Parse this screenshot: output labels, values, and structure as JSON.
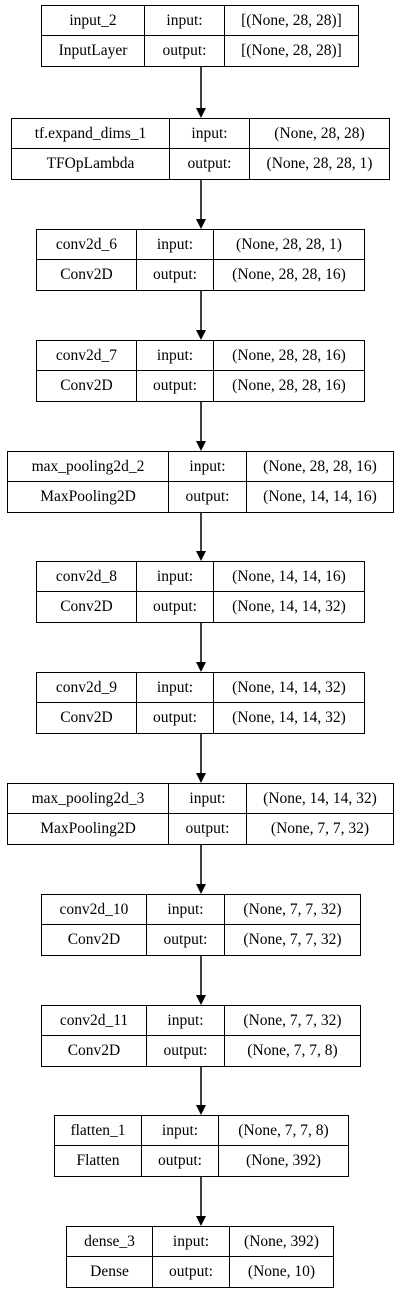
{
  "layers": [
    {
      "name": "input_2",
      "type": "InputLayer",
      "in_label": "input:",
      "out_label": "output:",
      "input_shape": "[(None, 28, 28)]",
      "output_shape": "[(None, 28, 28)]"
    },
    {
      "name": "tf.expand_dims_1",
      "type": "TFOpLambda",
      "in_label": "input:",
      "out_label": "output:",
      "input_shape": "(None, 28, 28)",
      "output_shape": "(None, 28, 28, 1)"
    },
    {
      "name": "conv2d_6",
      "type": "Conv2D",
      "in_label": "input:",
      "out_label": "output:",
      "input_shape": "(None, 28, 28, 1)",
      "output_shape": "(None, 28, 28, 16)"
    },
    {
      "name": "conv2d_7",
      "type": "Conv2D",
      "in_label": "input:",
      "out_label": "output:",
      "input_shape": "(None, 28, 28, 16)",
      "output_shape": "(None, 28, 28, 16)"
    },
    {
      "name": "max_pooling2d_2",
      "type": "MaxPooling2D",
      "in_label": "input:",
      "out_label": "output:",
      "input_shape": "(None, 28, 28, 16)",
      "output_shape": "(None, 14, 14, 16)"
    },
    {
      "name": "conv2d_8",
      "type": "Conv2D",
      "in_label": "input:",
      "out_label": "output:",
      "input_shape": "(None, 14, 14, 16)",
      "output_shape": "(None, 14, 14, 32)"
    },
    {
      "name": "conv2d_9",
      "type": "Conv2D",
      "in_label": "input:",
      "out_label": "output:",
      "input_shape": "(None, 14, 14, 32)",
      "output_shape": "(None, 14, 14, 32)"
    },
    {
      "name": "max_pooling2d_3",
      "type": "MaxPooling2D",
      "in_label": "input:",
      "out_label": "output:",
      "input_shape": "(None, 14, 14, 32)",
      "output_shape": "(None, 7, 7, 32)"
    },
    {
      "name": "conv2d_10",
      "type": "Conv2D",
      "in_label": "input:",
      "out_label": "output:",
      "input_shape": "(None, 7, 7, 32)",
      "output_shape": "(None, 7, 7, 32)"
    },
    {
      "name": "conv2d_11",
      "type": "Conv2D",
      "in_label": "input:",
      "out_label": "output:",
      "input_shape": "(None, 7, 7, 32)",
      "output_shape": "(None, 7, 7, 8)"
    },
    {
      "name": "flatten_1",
      "type": "Flatten",
      "in_label": "input:",
      "out_label": "output:",
      "input_shape": "(None, 7, 7, 8)",
      "output_shape": "(None, 392)"
    },
    {
      "name": "dense_3",
      "type": "Dense",
      "in_label": "input:",
      "out_label": "output:",
      "input_shape": "(None, 392)",
      "output_shape": "(None, 10)"
    }
  ]
}
